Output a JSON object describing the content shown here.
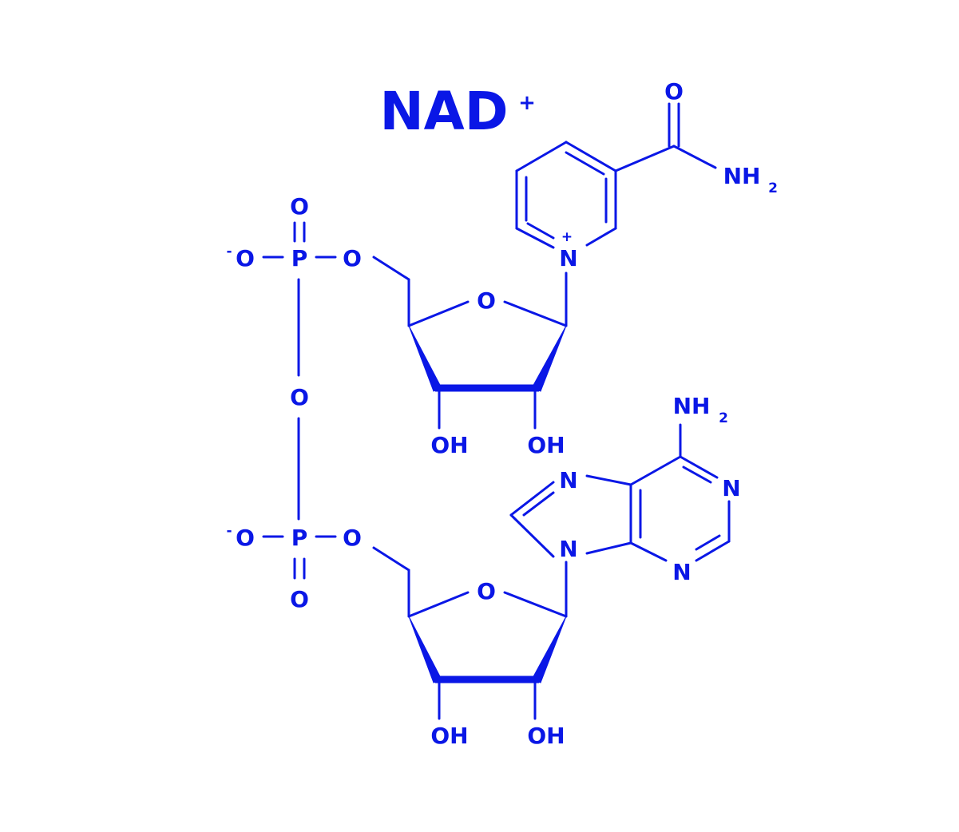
{
  "molecule": {
    "title": "NAD",
    "title_superscript": "+",
    "color": "#0a17e6",
    "atoms": {
      "carbonyl_o": "O",
      "amide_n": "NH",
      "amide_sub": "2",
      "pyridinium_n": "N",
      "pyridinium_charge": "+",
      "ribose1_o": "O",
      "ribose1_oh_left": "OH",
      "ribose1_oh_right": "OH",
      "phosphate1_p": "P",
      "phosphate1_double_o": "O",
      "phosphate1_neg_o": "O",
      "phosphate1_neg_charge": "-",
      "phosphate1_ester_o": "O",
      "bridge_o": "O",
      "phosphate2_p": "P",
      "phosphate2_double_o": "O",
      "phosphate2_neg_o": "O",
      "phosphate2_neg_charge": "-",
      "phosphate2_ester_o": "O",
      "adenine_amino_n": "NH",
      "adenine_amino_sub": "2",
      "adenine_n7": "N",
      "adenine_n9": "N",
      "adenine_n1": "N",
      "adenine_n3": "N",
      "ribose2_o": "O",
      "ribose2_oh_left": "OH",
      "ribose2_oh_right": "OH"
    }
  }
}
